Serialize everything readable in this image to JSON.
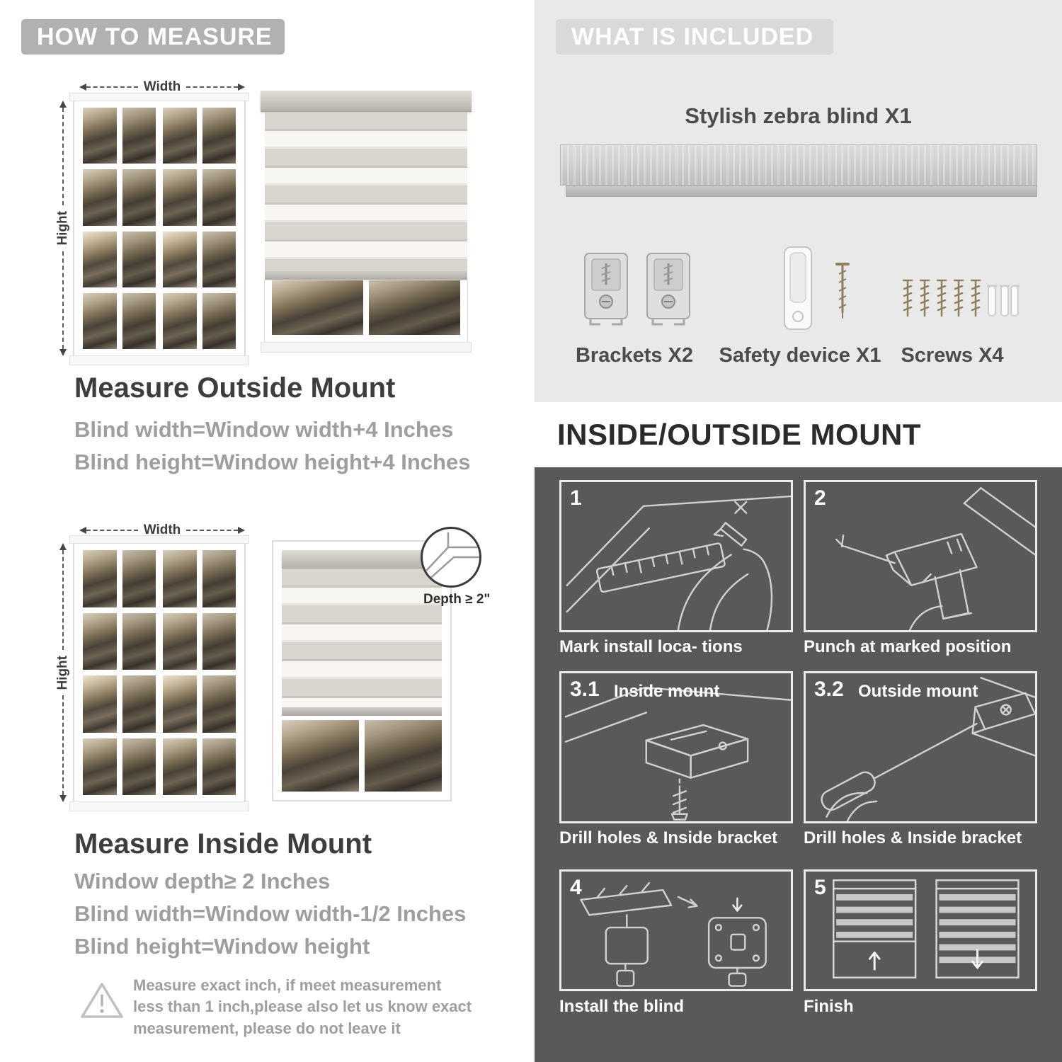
{
  "left": {
    "badge": "HOW TO MEASURE",
    "outside": {
      "width_label": "Width",
      "height_label": "Hight",
      "title": "Measure Outside Mount",
      "line1": "Blind width=Window width+4 Inches",
      "line2": "Blind height=Window height+4 Inches"
    },
    "inside": {
      "width_label": "Width",
      "height_label": "Hight",
      "depth_label": "Depth ≥ 2\"",
      "title": "Measure Inside Mount",
      "line1": "Window depth≥ 2 Inches",
      "line2": "Blind width=Window width-1/2 Inches",
      "line3": "Blind height=Window height"
    },
    "note": "Measure exact inch, if meet measurement less than 1 inch,please also let us know exact measurement, please do not leave it"
  },
  "right": {
    "included": {
      "badge": "WHAT IS INCLUDED",
      "blind_label": "Stylish zebra blind X1",
      "brackets_label": "Brackets X2",
      "safety_label": "Safety device X1",
      "screws_label": "Screws X4"
    },
    "mount": {
      "title": "INSIDE/OUTSIDE MOUNT",
      "steps": [
        {
          "num": "1",
          "label": "",
          "caption": "Mark install loca- tions"
        },
        {
          "num": "2",
          "label": "",
          "caption": "Punch at marked position"
        },
        {
          "num": "3.1",
          "label": "Inside mount",
          "caption": "Drill holes & Inside bracket"
        },
        {
          "num": "3.2",
          "label": "Outside mount",
          "caption": "Drill holes & Inside bracket"
        },
        {
          "num": "4",
          "label": "",
          "caption": "Install the blind"
        },
        {
          "num": "5",
          "label": "",
          "caption": "Finish"
        }
      ]
    }
  },
  "colors": {
    "badge_gray": "#b1b1b1",
    "light_panel": "#e9e9e9",
    "dark_panel": "#595959",
    "heading_dark": "#3d3d3d",
    "body_gray": "#9e9e9e"
  }
}
